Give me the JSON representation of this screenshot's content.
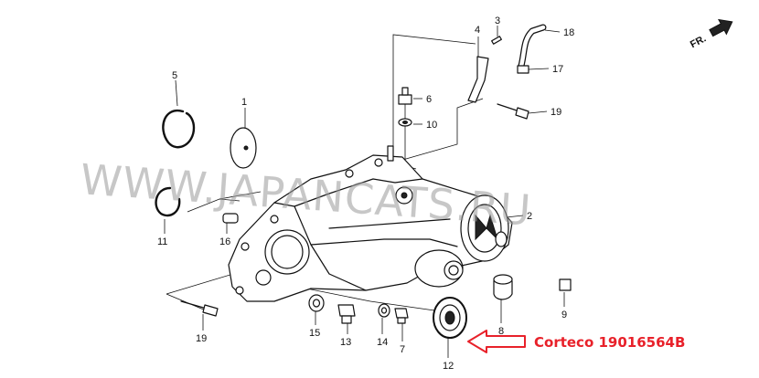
{
  "labels": {
    "p1": "1",
    "p2": "2",
    "p3": "3",
    "p4": "4",
    "p5": "5",
    "p6": "6",
    "p7": "7",
    "p8": "8",
    "p9": "9",
    "p10": "10",
    "p11": "11",
    "p12": "12",
    "p13": "13",
    "p14": "14",
    "p15": "15",
    "p16": "16",
    "p17": "17",
    "p18": "18",
    "p19a": "19",
    "p19b": "19"
  },
  "watermark": "WWW.JAPANCATS.RU",
  "direction": "FR.",
  "callout": "Corteco 19016564B",
  "colors": {
    "accent": "#e8212a",
    "line": "#111111",
    "watermark": "#9a9a9a"
  }
}
